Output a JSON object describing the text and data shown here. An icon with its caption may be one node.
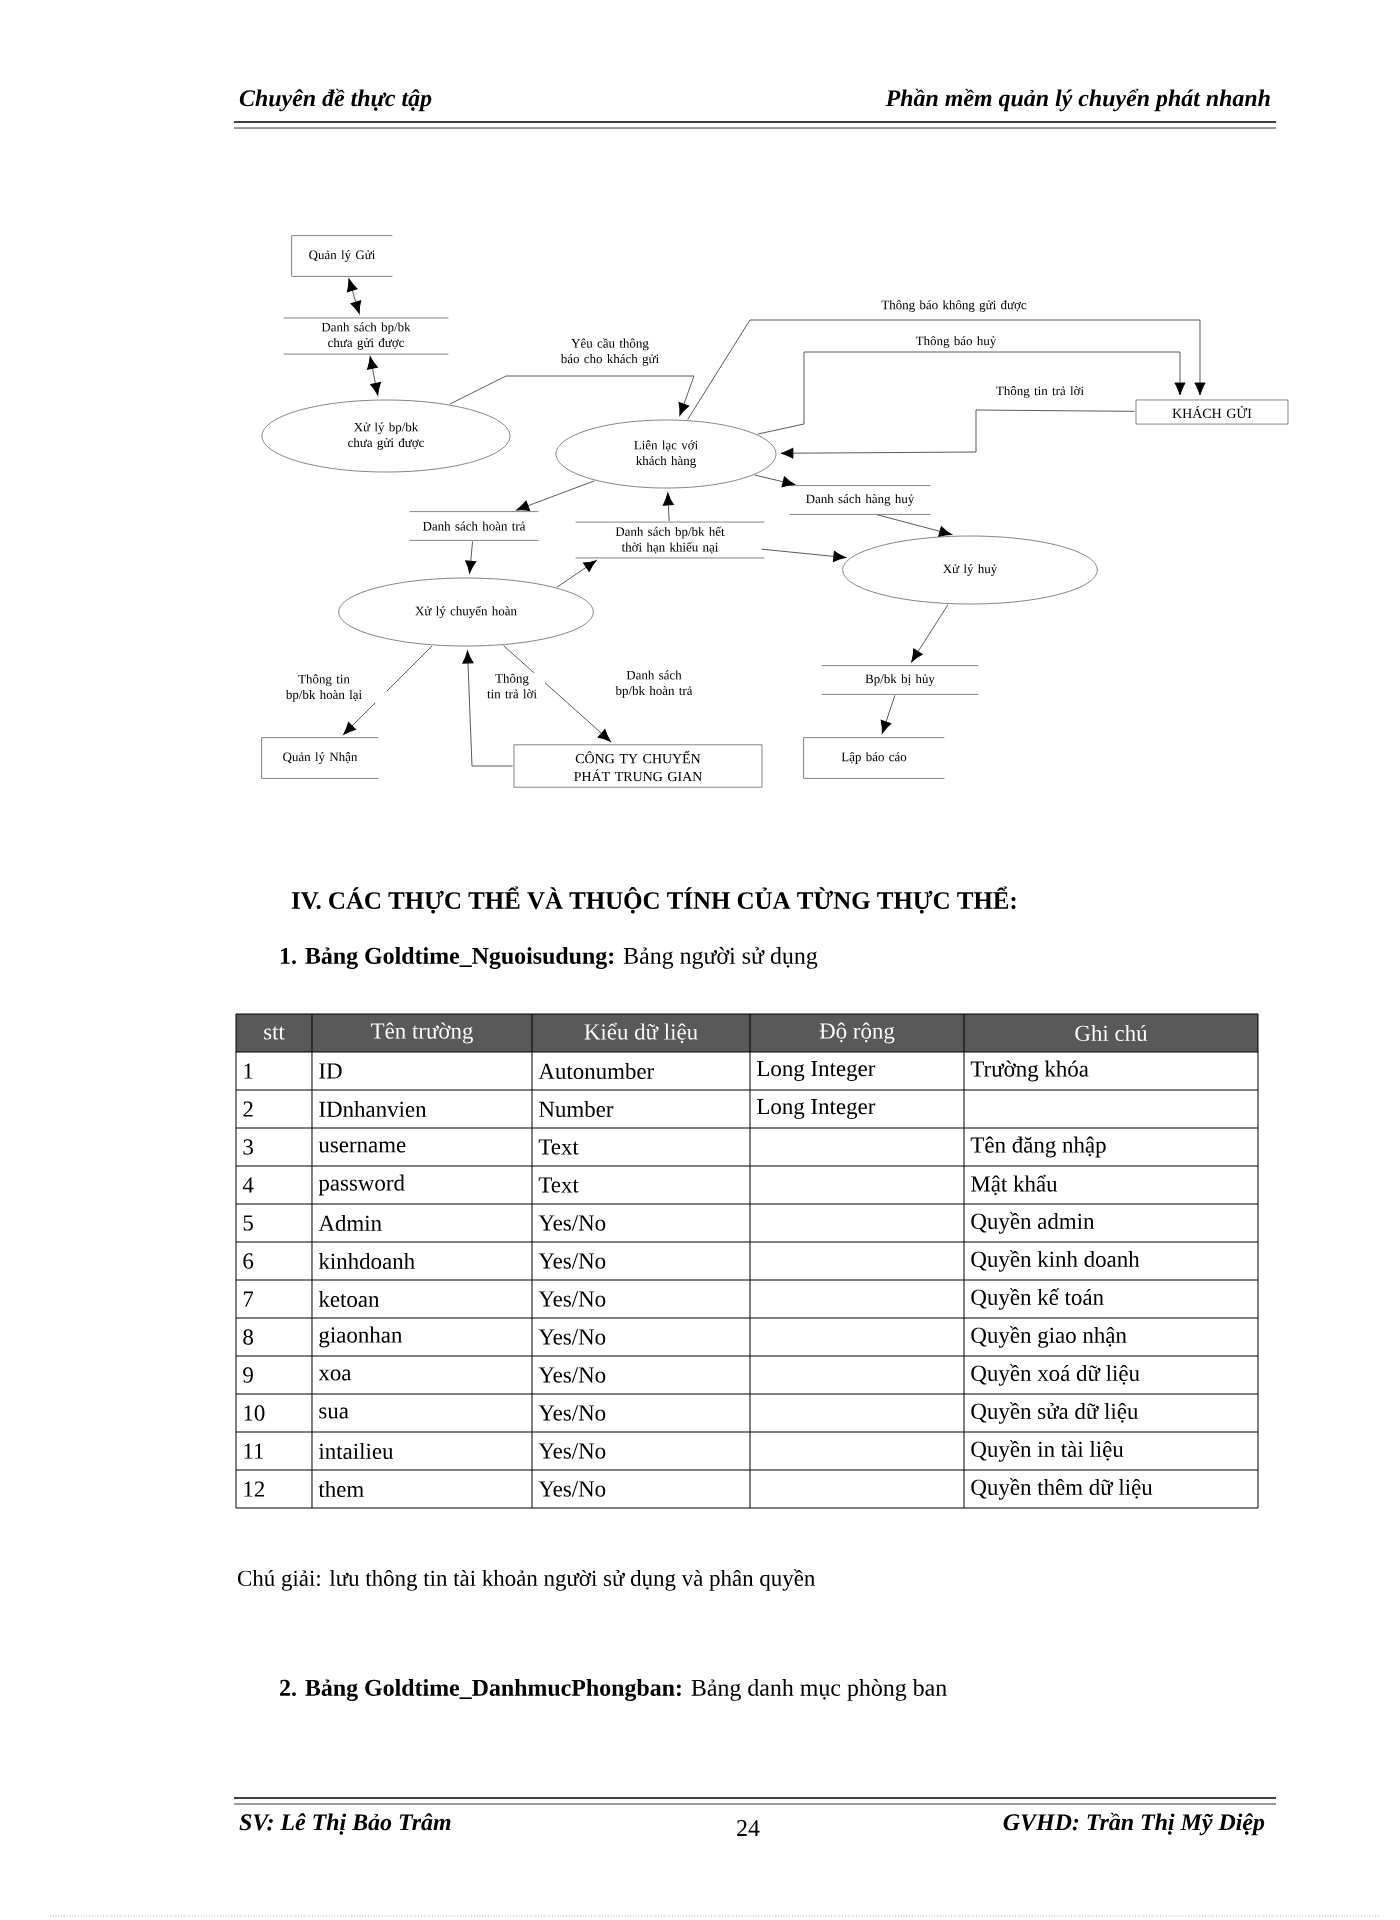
{
  "diagram": {
    "nodes": [
      {
        "text": [
          "Quản lý Gửi"
        ]
      },
      {
        "text": [
          "Danh sách bp/bk chưa gửi được"
        ]
      },
      {
        "text": [
          "Xử lý bp/bk chưa gửi được"
        ]
      },
      {
        "text": [
          "Liên lạc với khách hàng"
        ]
      },
      {
        "text": [
          "KHÁCH GỬI"
        ]
      },
      {
        "text": [
          "Danh sách hoàn trả"
        ]
      },
      {
        "text": [
          "Danh sách bp/bk hết thời hạn khiếu nại"
        ]
      },
      {
        "text": [
          "Danh sách hàng huỷ"
        ]
      },
      {
        "text": [
          "Xử lý chuyển hoàn"
        ]
      },
      {
        "text": [
          "Xử lý huỷ"
        ]
      },
      {
        "text": [
          "Quản lý Nhận"
        ]
      },
      {
        "text": [
          "CÔNG TY CHUYỂN PHÁT TRUNG GIAN"
        ]
      },
      {
        "text": [
          "Bp/bk bị hủy"
        ]
      },
      {
        "text": [
          "Lập báo cáo"
        ]
      }
    ],
    "edges": [
      {
        "from": 0,
        "to": 1,
        "arrow": "both"
      },
      {
        "from": 1,
        "to": 2,
        "arrow": "both"
      },
      {
        "from": 2,
        "to": 3,
        "arrow": "to",
        "label": "Yêu cầu thông báo cho khách gửi"
      },
      {
        "from": 3,
        "to": 4,
        "arrow": "to",
        "label": "Thông báo không gửi được"
      },
      {
        "from": 3,
        "to": 4,
        "arrow": "to",
        "label": "Thông báo huỷ"
      },
      {
        "from": 4,
        "to": 3,
        "arrow": "to",
        "label": "Thông tin trả lời"
      },
      {
        "from": 3,
        "to": 5,
        "arrow": "to"
      },
      {
        "from": 3,
        "to": 7,
        "arrow": "to"
      },
      {
        "from": 5,
        "to": 8,
        "arrow": "to"
      },
      {
        "from": 8,
        "to": 6,
        "arrow": "to"
      },
      {
        "from": 6,
        "to": 3,
        "arrow": "to"
      },
      {
        "from": 6,
        "to": 9,
        "arrow": "to"
      },
      {
        "from": 7,
        "to": 9,
        "arrow": "to"
      },
      {
        "from": 8,
        "to": 10,
        "arrow": "to",
        "label": "Thông tin bp/bk hoàn lại"
      },
      {
        "from": 11,
        "to": 8,
        "arrow": "to",
        "label": "Thông tin trả lời"
      },
      {
        "from": 8,
        "to": 11,
        "arrow": "to",
        "label": "Danh sách bp/bk hoàn trả"
      },
      {
        "from": 9,
        "to": 12,
        "arrow": "to"
      },
      {
        "from": 12,
        "to": 13,
        "arrow": "to"
      }
    ],
    "labels": [
      "Chuyên đề thực tập",
      "Phần mềm quản lý chuyển phát nhanh",
      "IV. CÁC THỰC THỂ VÀ THUỘC TÍNH CỦA TỪNG THỰC THỂ:",
      "**1. Bảng Goldtime_Nguoisudung:** Bảng người sử dụng",
      "stt",
      "Tên trường",
      "Kiểu dữ liệu",
      "Độ rộng",
      "Ghi chú",
      "1",
      "ID",
      "Autonumber",
      "Long Integer",
      "Trường khóa",
      "2",
      "IDnhanvien",
      "Number",
      "Long Integer",
      "3",
      "username",
      "Text",
      "Tên đăng nhập",
      "4",
      "password",
      "Text",
      "Mật khẩu",
      "5",
      "Admin",
      "Yes/No",
      "Quyền admin",
      "6",
      "kinhdoanh",
      "Yes/No",
      "Quyền kinh doanh",
      "7",
      "ketoan",
      "Yes/No",
      "Quyền kế toán",
      "8",
      "giaonhan",
      "Yes/No",
      "Quyền giao nhận",
      "9",
      "xoa",
      "Yes/No",
      "Quyền xoá dữ liệu",
      "10",
      "sua",
      "Yes/No",
      "Quyền sửa dữ liệu",
      "11",
      "intailieu",
      "Yes/No",
      "Quyền in tài liệu",
      "12",
      "them",
      "Yes/No",
      "Quyền thêm dữ liệu",
      "Chú giải:  lưu thông tin tài khoản người sử dụng và phân quyền",
      "**2. Bảng Goldtime_DanhmucPhongban:** Bảng danh mục phòng ban",
      "SV: Lê Thị Bảo Trâm",
      "24",
      "GVHD: Trần Thị Mỹ Diệp"
    ]
  }
}
